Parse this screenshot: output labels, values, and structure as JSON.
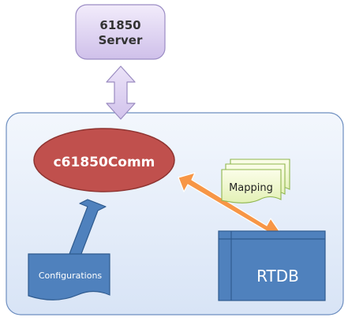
{
  "server": {
    "line1": "61850",
    "line2": "Server"
  },
  "comm": {
    "label": "c61850Comm"
  },
  "mapping": {
    "label": "Mapping"
  },
  "configurations": {
    "label": "Configurations"
  },
  "rtdb": {
    "label": "RTDB"
  },
  "colors": {
    "server_fill": "#ddd0f0",
    "server_stroke": "#8b7ab3",
    "container_fill": "#e6eefa",
    "container_stroke": "#5b7fb6",
    "comm_fill": "#c0504d",
    "comm_stroke": "#8e3431",
    "mapping_fill": "#eef8c8",
    "mapping_stroke": "#8fb64d",
    "blue_shape": "#4f81bd",
    "blue_stroke": "#2f5b8f",
    "orange_arrow": "#f79646",
    "purple_arrow": "#d9ccef"
  }
}
